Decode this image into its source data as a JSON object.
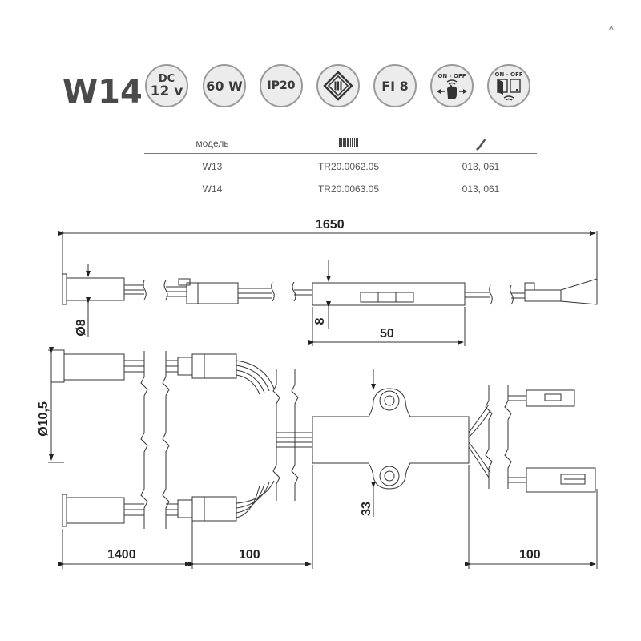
{
  "header": {
    "model": "W14",
    "corner_mark": "^"
  },
  "badges": [
    {
      "id": "dc12v",
      "line1": "DC",
      "line2": "12 v"
    },
    {
      "id": "60w",
      "line1": "60 W"
    },
    {
      "id": "ip20",
      "line1": "IP20"
    },
    {
      "id": "class3",
      "icon": "class-iii-icon"
    },
    {
      "id": "fi8",
      "line1": "FI 8"
    },
    {
      "id": "hand-sensor",
      "line1": "ON - OFF",
      "icon": "hand-wave-icon"
    },
    {
      "id": "door-sensor",
      "line1": "ON - OFF",
      "icon": "door-sensor-icon"
    }
  ],
  "table": {
    "headers": {
      "model": "модель",
      "article_icon": "barcode-icon",
      "finish_icon": "paint-brush-icon"
    },
    "rows": [
      {
        "model": "W13",
        "article": "TR20.0062.05",
        "finish": "013, 061"
      },
      {
        "model": "W14",
        "article": "TR20.0063.05",
        "finish": "013, 061"
      }
    ]
  },
  "dimensions": {
    "total_length": "1650",
    "sensor_diameter": "Ø8",
    "height": "8",
    "box_length": "50",
    "head_diameter": "Ø10,5",
    "mount_distance": "33",
    "cable_1400": "1400",
    "cable_100_left": "100",
    "cable_100_right": "100"
  }
}
